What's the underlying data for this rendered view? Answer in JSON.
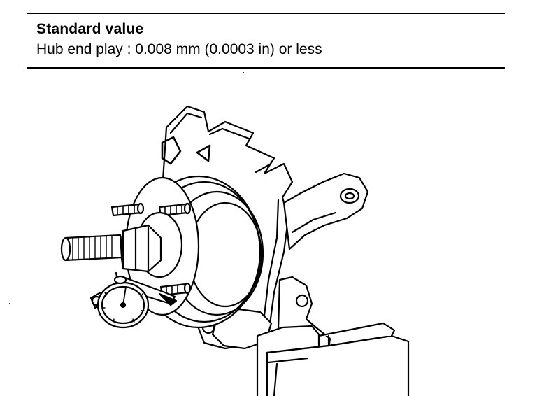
{
  "spec": {
    "title": "Standard value",
    "label": "Hub end play",
    "separator": ":",
    "value": "0.008 mm (0.0003 in) or less"
  },
  "illustration": {
    "subject": "dial-gauge-on-wheel-hub",
    "ink": "#000000",
    "paper": "#ffffff"
  }
}
